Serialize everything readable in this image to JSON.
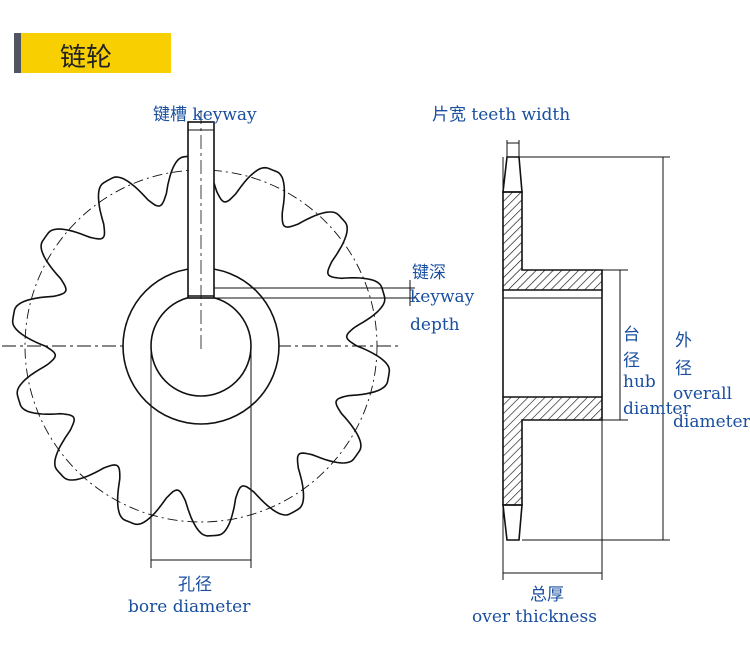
{
  "header": {
    "title": "链轮"
  },
  "labels": {
    "keyway": "键槽 keyway",
    "teeth_width": "片宽  teeth width",
    "keyway_depth_cn": "键深",
    "keyway_depth_en1": "keyway",
    "keyway_depth_en2": "depth",
    "hub_cn1": "台",
    "hub_cn2": "径",
    "hub_en1": "hub",
    "hub_en2": "diamter",
    "overall_cn1": "外",
    "overall_cn2": "径",
    "overall_en1": "overall",
    "overall_en2": "diameter",
    "bore_cn": "孔径",
    "bore_en": "bore diameter",
    "thickness_cn": "总厚",
    "thickness_en": "over thickness"
  },
  "colors": {
    "header_bg": "#f8cf00",
    "header_bar": "#4f5562",
    "label": "#1a4fa0",
    "line": "#1a1a1a"
  }
}
